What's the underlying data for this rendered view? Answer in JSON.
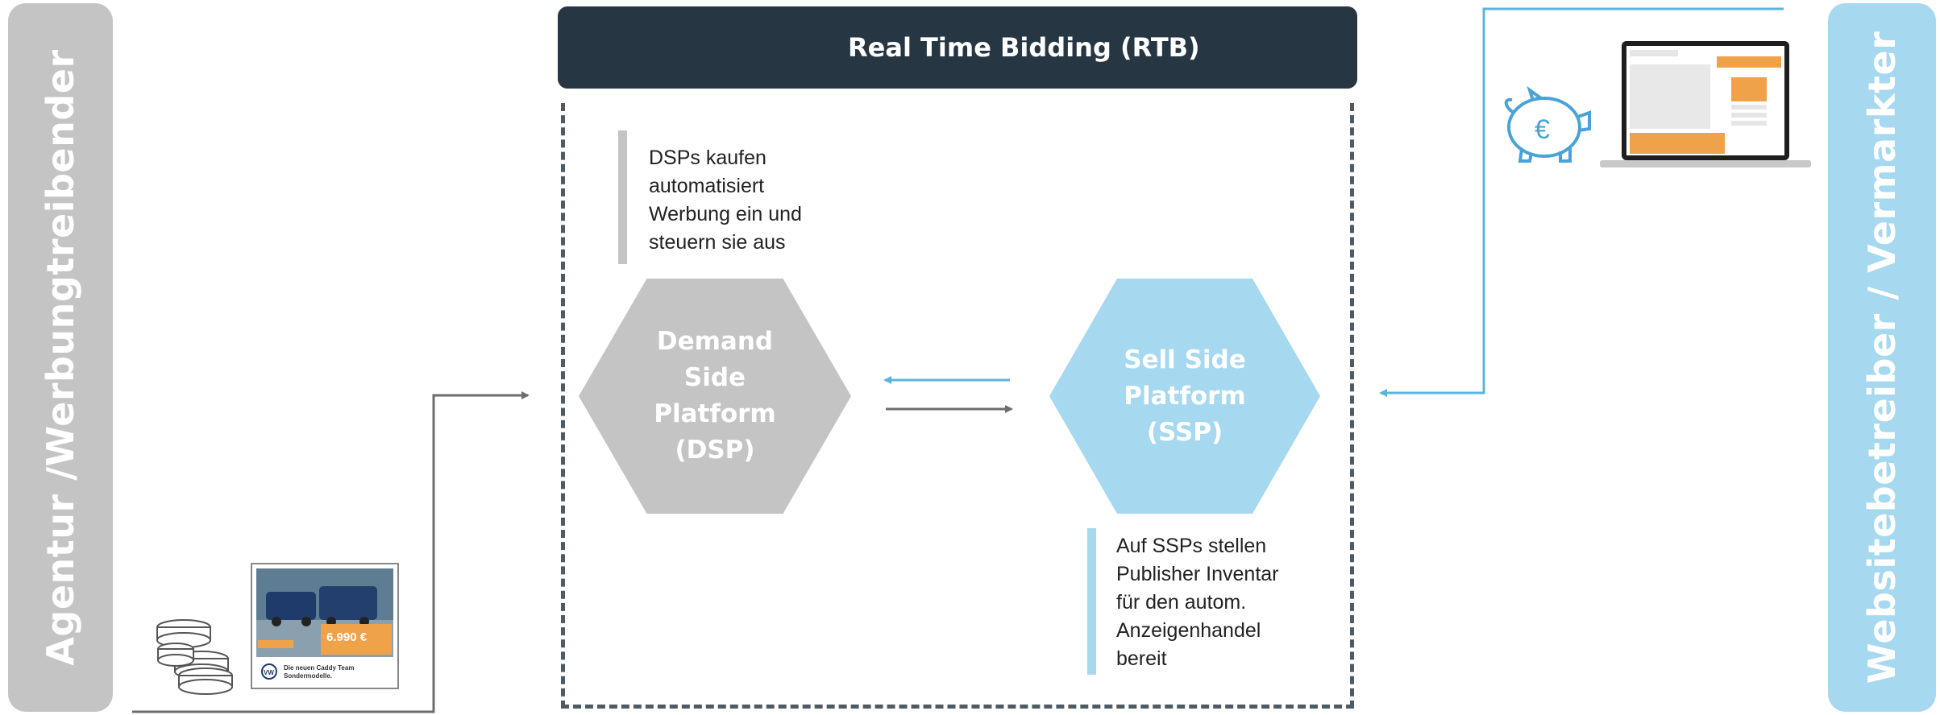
{
  "header": {
    "title": "Real Time Bidding (RTB)",
    "icon": "gavel-icon"
  },
  "left_panel": {
    "label": "Agentur /Werbungtreibender",
    "color": "#c4c4c4"
  },
  "right_panel": {
    "label": "Websitebetreiber / Vermarkter",
    "color": "#a6d8ef"
  },
  "dsp": {
    "label": "Demand\nSide\nPlatform\n(DSP)",
    "note": "DSPs kaufen\nautomatisiert\nWerbung ein und\nsteuern sie aus"
  },
  "ssp": {
    "label": "Sell Side\nPlatform\n(SSP)",
    "note": "Auf SSPs stellen\nPublisher Inventar\nfür den autom.\nAnzeigenhandel\nbereit"
  },
  "ad_thumbnail": {
    "price": "6.990 €",
    "tagline": "Die neuen Caddy Team\nSondermodelle.",
    "logo": "VW"
  },
  "icons": [
    "coins-icon",
    "piggy-bank-euro-icon",
    "laptop-icon",
    "gavel-icon"
  ],
  "colors": {
    "header_bg": "#263743",
    "frame": "#4f5b64",
    "blue_arrow": "#5ab4dc",
    "grey_arrow": "#6d6d6d",
    "accent_orange": "#f0a24a"
  }
}
